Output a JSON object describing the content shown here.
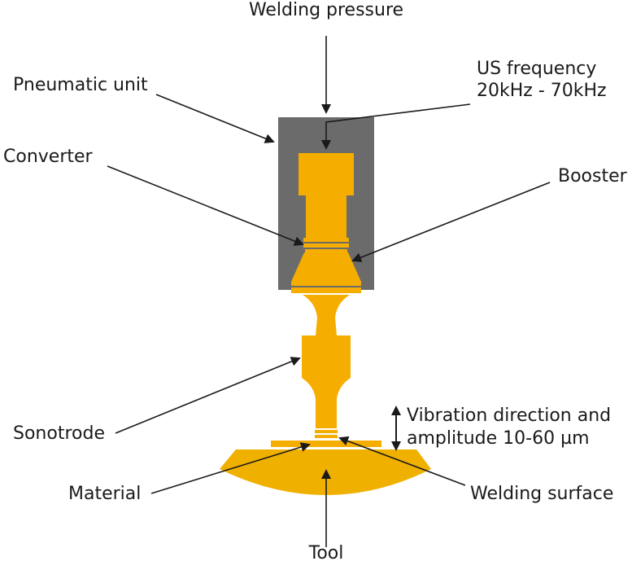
{
  "labels": {
    "welding_pressure": "Welding pressure",
    "pneumatic_unit": "Pneumatic unit",
    "us_frequency_line1": "US frequency",
    "us_frequency_line2": "20kHz - 70kHz",
    "converter": "Converter",
    "booster": "Booster",
    "sonotrode": "Sonotrode",
    "vibration_line1": "Vibration direction and",
    "vibration_line2": "amplitude 10-60 µm",
    "material": "Material",
    "welding_surface": "Welding surface",
    "tool": "Tool"
  },
  "colors": {
    "housing": "#6b6b6b",
    "part": "#f5ad00",
    "anvil": "#f0b000",
    "line": "#1a1a1a"
  }
}
